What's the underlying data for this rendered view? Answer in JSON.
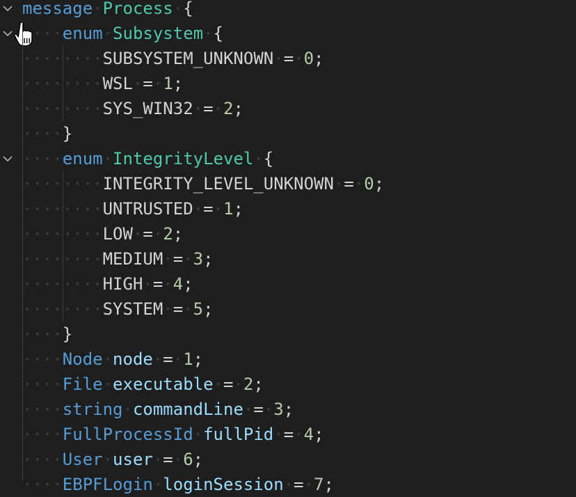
{
  "colors": {
    "background": "#1e1e1e",
    "keyword": "#569cd6",
    "type": "#4ec9b0",
    "number": "#b5cea8",
    "field": "#9cdcfe",
    "text": "#d4d4d4"
  },
  "lines": [
    {
      "indent": 0,
      "fold": true,
      "tokens": [
        {
          "t": "message",
          "c": "kw"
        },
        {
          "t": "Process",
          "c": "type"
        },
        {
          "t": "{",
          "c": "plain"
        }
      ]
    },
    {
      "indent": 1,
      "fold": true,
      "tokens": [
        {
          "t": "enum",
          "c": "kw"
        },
        {
          "t": "Subsystem",
          "c": "type"
        },
        {
          "t": "{",
          "c": "plain"
        }
      ]
    },
    {
      "indent": 2,
      "tokens": [
        {
          "t": "SUBSYSTEM_UNKNOWN",
          "c": "plain"
        },
        {
          "t": "=",
          "c": "plain"
        },
        {
          "t": "0",
          "c": "num",
          "s": ";"
        }
      ]
    },
    {
      "indent": 2,
      "tokens": [
        {
          "t": "WSL",
          "c": "plain"
        },
        {
          "t": "=",
          "c": "plain"
        },
        {
          "t": "1",
          "c": "num",
          "s": ";"
        }
      ]
    },
    {
      "indent": 2,
      "tokens": [
        {
          "t": "SYS_WIN32",
          "c": "plain"
        },
        {
          "t": "=",
          "c": "plain"
        },
        {
          "t": "2",
          "c": "num",
          "s": ";"
        }
      ]
    },
    {
      "indent": 1,
      "tokens": [
        {
          "t": "}",
          "c": "plain"
        }
      ]
    },
    {
      "indent": 1,
      "fold": true,
      "tokens": [
        {
          "t": "enum",
          "c": "kw"
        },
        {
          "t": "IntegrityLevel",
          "c": "type"
        },
        {
          "t": "{",
          "c": "plain"
        }
      ]
    },
    {
      "indent": 2,
      "tokens": [
        {
          "t": "INTEGRITY_LEVEL_UNKNOWN",
          "c": "plain"
        },
        {
          "t": "=",
          "c": "plain"
        },
        {
          "t": "0",
          "c": "num",
          "s": ";"
        }
      ]
    },
    {
      "indent": 2,
      "tokens": [
        {
          "t": "UNTRUSTED",
          "c": "plain"
        },
        {
          "t": "=",
          "c": "plain"
        },
        {
          "t": "1",
          "c": "num",
          "s": ";"
        }
      ]
    },
    {
      "indent": 2,
      "tokens": [
        {
          "t": "LOW",
          "c": "plain"
        },
        {
          "t": "=",
          "c": "plain"
        },
        {
          "t": "2",
          "c": "num",
          "s": ";"
        }
      ]
    },
    {
      "indent": 2,
      "tokens": [
        {
          "t": "MEDIUM",
          "c": "plain"
        },
        {
          "t": "=",
          "c": "plain"
        },
        {
          "t": "3",
          "c": "num",
          "s": ";"
        }
      ]
    },
    {
      "indent": 2,
      "tokens": [
        {
          "t": "HIGH",
          "c": "plain"
        },
        {
          "t": "=",
          "c": "plain"
        },
        {
          "t": "4",
          "c": "num",
          "s": ";"
        }
      ]
    },
    {
      "indent": 2,
      "tokens": [
        {
          "t": "SYSTEM",
          "c": "plain"
        },
        {
          "t": "=",
          "c": "plain"
        },
        {
          "t": "5",
          "c": "num",
          "s": ";"
        }
      ]
    },
    {
      "indent": 1,
      "tokens": [
        {
          "t": "}",
          "c": "plain"
        }
      ]
    },
    {
      "indent": 1,
      "tokens": [
        {
          "t": "Node",
          "c": "ptype"
        },
        {
          "t": "node",
          "c": "field"
        },
        {
          "t": "=",
          "c": "plain"
        },
        {
          "t": "1",
          "c": "num",
          "s": ";"
        }
      ]
    },
    {
      "indent": 1,
      "tokens": [
        {
          "t": "File",
          "c": "ptype"
        },
        {
          "t": "executable",
          "c": "field"
        },
        {
          "t": "=",
          "c": "plain"
        },
        {
          "t": "2",
          "c": "num",
          "s": ";"
        }
      ]
    },
    {
      "indent": 1,
      "tokens": [
        {
          "t": "string",
          "c": "ptype"
        },
        {
          "t": "commandLine",
          "c": "field"
        },
        {
          "t": "=",
          "c": "plain"
        },
        {
          "t": "3",
          "c": "num",
          "s": ";"
        }
      ]
    },
    {
      "indent": 1,
      "tokens": [
        {
          "t": "FullProcessId",
          "c": "ptype"
        },
        {
          "t": "fullPid",
          "c": "field"
        },
        {
          "t": "=",
          "c": "plain"
        },
        {
          "t": "4",
          "c": "num",
          "s": ";"
        }
      ]
    },
    {
      "indent": 1,
      "tokens": [
        {
          "t": "User",
          "c": "ptype"
        },
        {
          "t": "user",
          "c": "field"
        },
        {
          "t": "=",
          "c": "plain"
        },
        {
          "t": "6",
          "c": "num",
          "s": ";"
        }
      ]
    },
    {
      "indent": 1,
      "tokens": [
        {
          "t": "EBPFLogin",
          "c": "ptype"
        },
        {
          "t": "loginSession",
          "c": "field"
        },
        {
          "t": "=",
          "c": "plain"
        },
        {
          "t": "7",
          "c": "num",
          "s": ";"
        }
      ]
    }
  ]
}
